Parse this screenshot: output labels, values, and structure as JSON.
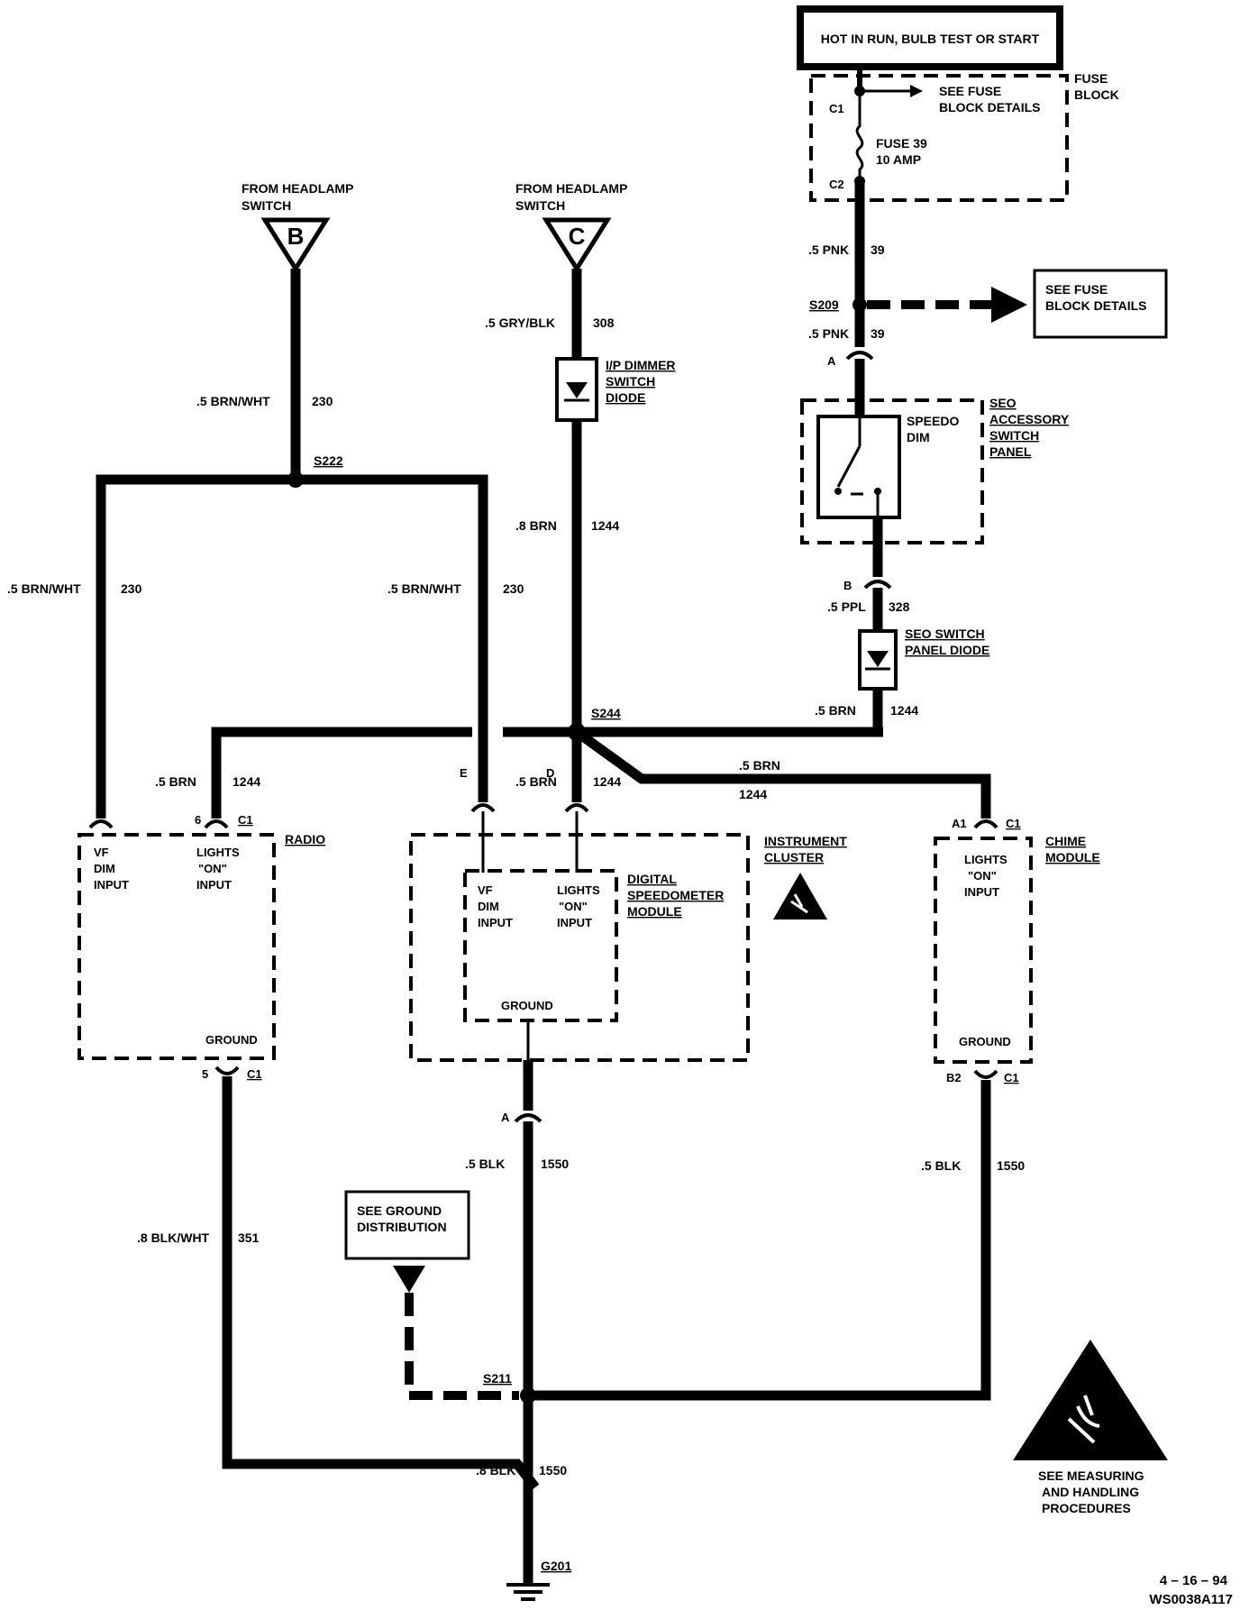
{
  "header_box": "HOT IN RUN, BULB TEST OR START",
  "fuse_block": {
    "label_1": "FUSE",
    "label_2": "BLOCK",
    "see_details_1": "SEE FUSE",
    "see_details_2": "BLOCK DETAILS",
    "fuse_1": "FUSE 39",
    "fuse_2": "10 AMP",
    "c1": "C1",
    "c2": "C2"
  },
  "see_fuse_box": {
    "line1": "SEE FUSE",
    "line2": "BLOCK DETAILS"
  },
  "headlamp_b": {
    "line1": "FROM  HEADLAMP",
    "line2": "SWITCH",
    "letter": "B"
  },
  "headlamp_c": {
    "line1": "FROM  HEADLAMP",
    "line2": "SWITCH",
    "letter": "C"
  },
  "splices": {
    "s209": "S209",
    "s222": "S222",
    "s244": "S244",
    "s211": "S211",
    "g201": "G201"
  },
  "wires": {
    "pnk_top_size": ".5 PNK",
    "pnk_top_num": "39",
    "pnk_bot_size": ".5 PNK",
    "pnk_bot_num": "39",
    "gry_size": ".5  GRY/BLK",
    "gry_num": "308",
    "brnwht_top_size": ".5  BRN/WHT",
    "brnwht_top_num": "230",
    "brn_8_size": ".8  BRN",
    "brn_8_num": "1244",
    "brnwht_left_size": ".5  BRN/WHT",
    "brnwht_left_num": "230",
    "brnwht_mid_size": ".5  BRN/WHT",
    "brnwht_mid_num": "230",
    "ppl_size": ".5 PPL",
    "ppl_num": "328",
    "brn_sw_size": ".5  BRN",
    "brn_sw_num": "1244",
    "brn_radio_size": ".5  BRN",
    "brn_radio_num": "1244",
    "brn_ic_size": ".5  BRN",
    "brn_ic_num": "1244",
    "brn_chime_size": ".5  BRN",
    "brn_chime_num": "1244",
    "blk_ic_size": ".5  BLK",
    "blk_ic_num": "1550",
    "blk_chime_size": ".5  BLK",
    "blk_chime_num": "1550",
    "blkwht_size": ".8 BLK/WHT",
    "blkwht_num": "351",
    "blk_bot_size": ".8 BLK",
    "blk_bot_num": "1550"
  },
  "dimmer_diode": {
    "line1": "I/P DIMMER",
    "line2": "SWITCH",
    "line3": "DIODE"
  },
  "seo_panel": {
    "label_1": "SEO",
    "label_2": "ACCESSORY",
    "label_3": "SWITCH",
    "label_4": "PANEL",
    "switch_1": "SPEEDO",
    "switch_2": "DIM",
    "conn_a": "A",
    "conn_b": "B"
  },
  "seo_diode": {
    "line1": "SEO SWITCH",
    "line2": "PANEL DIODE"
  },
  "radio": {
    "label": "RADIO",
    "vf_1": "VF",
    "vf_2": "DIM",
    "vf_3": "INPUT",
    "lights_1": "LIGHTS",
    "lights_2": "\"ON\"",
    "lights_3": "INPUT",
    "ground": "GROUND",
    "pin_6": "6",
    "c1_top": "C1",
    "pin_5": "5",
    "c1_bot": "C1"
  },
  "instrument_cluster": {
    "label_1": "INSTRUMENT",
    "label_2": "CLUSTER",
    "conn_e": "E",
    "conn_d": "D",
    "conn_a": "A"
  },
  "speedo_module": {
    "label_1": "DIGITAL",
    "label_2": "SPEEDOMETER",
    "label_3": "MODULE",
    "vf_1": "VF",
    "vf_2": "DIM",
    "vf_3": "INPUT",
    "lights_1": "LIGHTS",
    "lights_2": "\"ON\"",
    "lights_3": "INPUT",
    "ground": "GROUND"
  },
  "chime": {
    "label_1": "CHIME",
    "label_2": "MODULE",
    "lights_1": "LIGHTS",
    "lights_2": "\"ON\"",
    "lights_3": "INPUT",
    "ground": "GROUND",
    "pin_a1": "A1",
    "c1_top": "C1",
    "pin_b2": "B2",
    "c1_bot": "C1"
  },
  "ground_dist": {
    "line1": "SEE GROUND",
    "line2": "DISTRIBUTION"
  },
  "esd_note": {
    "line1": "SEE  MEASURING",
    "line2": "AND HANDLING",
    "line3": "PROCEDURES"
  },
  "footer": {
    "date": "4 – 16 – 94",
    "code": "WS0038A117"
  }
}
